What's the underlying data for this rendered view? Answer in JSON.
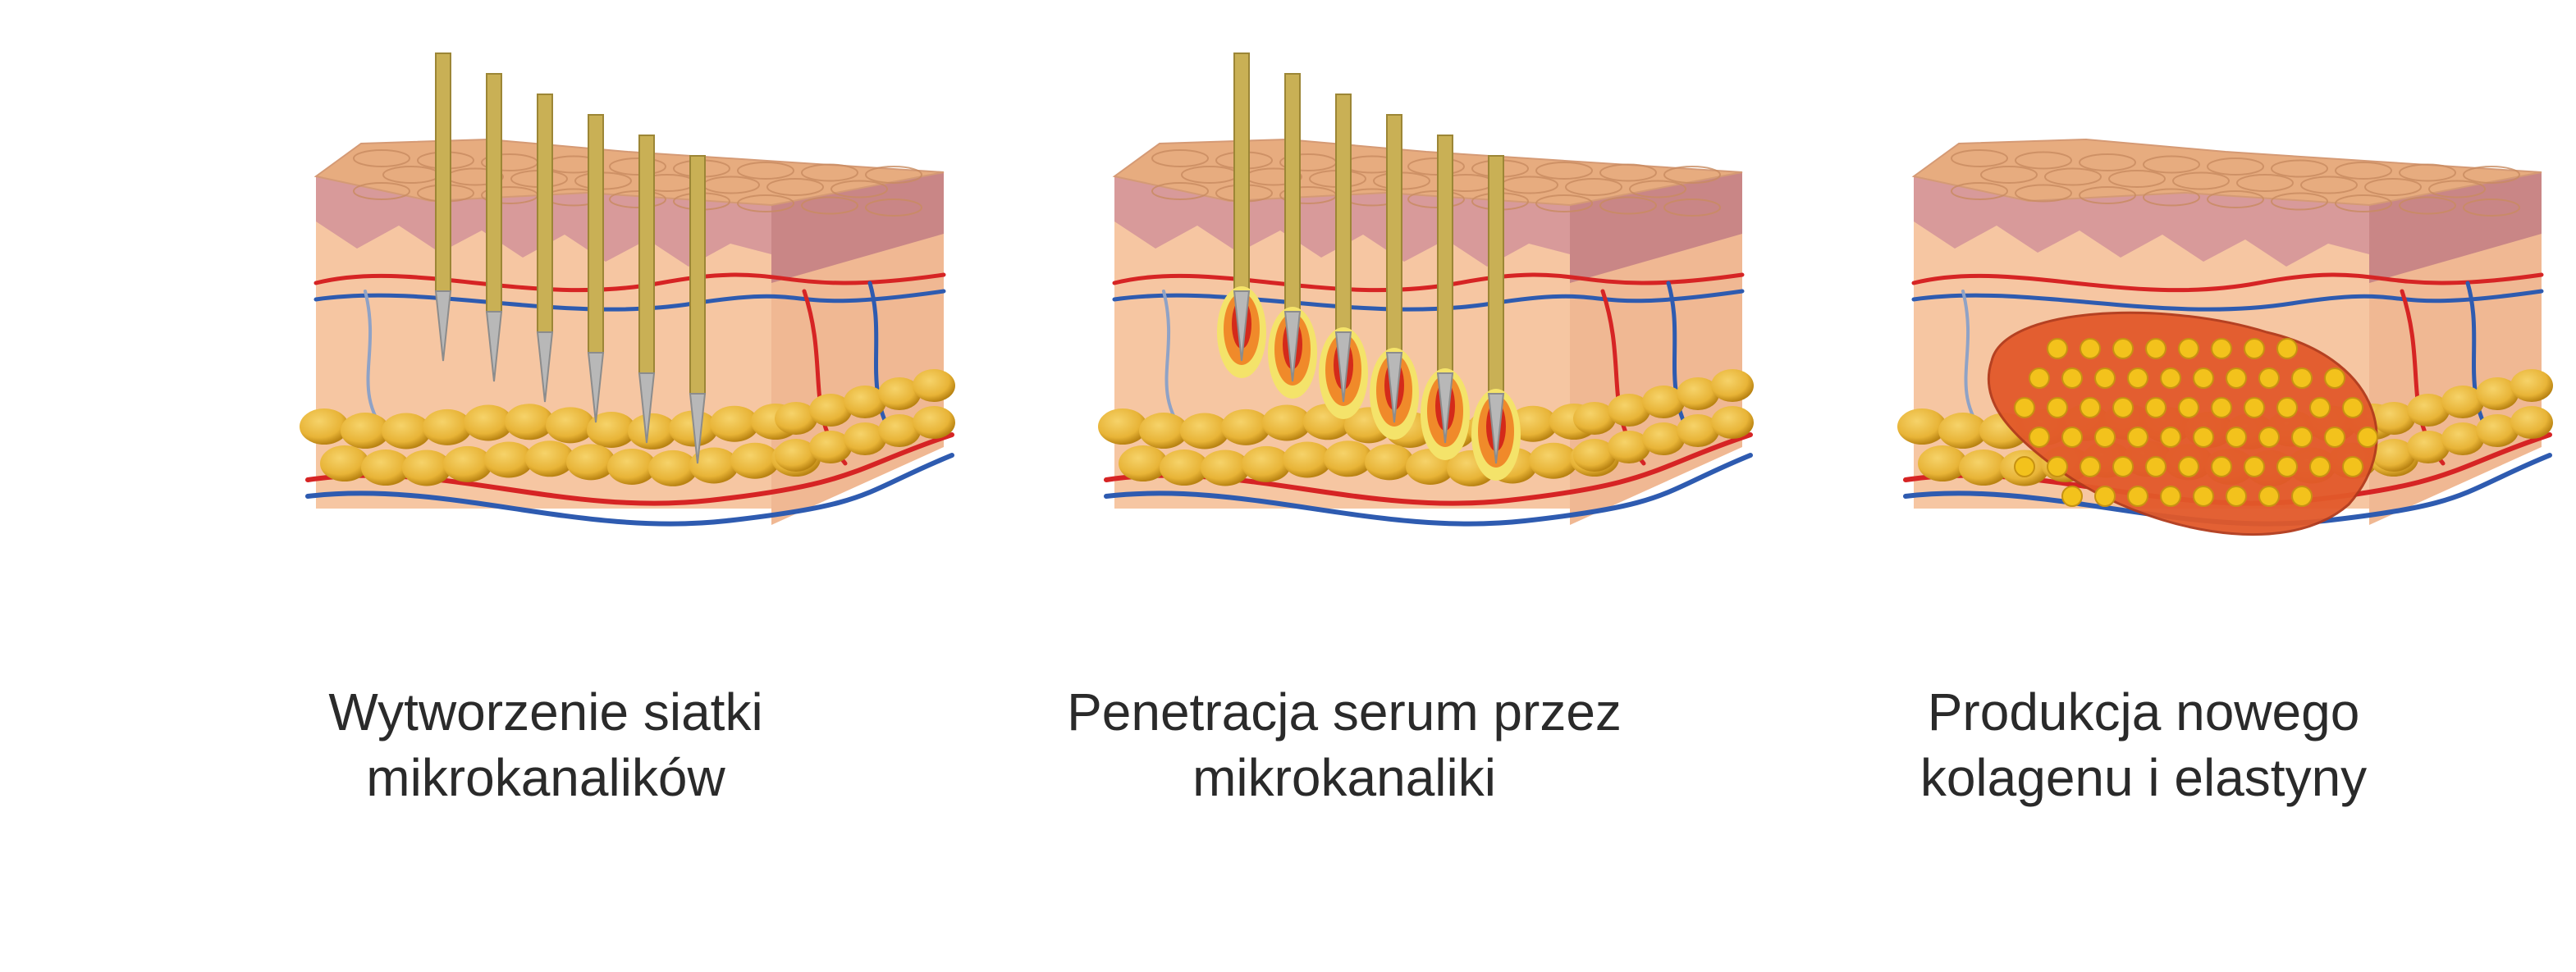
{
  "panels": [
    {
      "id": "step-1",
      "caption_line1": "Wytworzenie siatki",
      "caption_line2": "mikrokanalików",
      "needles": true,
      "serum_drops": false,
      "collagen_zone": false
    },
    {
      "id": "step-2",
      "caption_line1": "Penetracja serum przez",
      "caption_line2": "mikrokanaliki",
      "needles": true,
      "serum_drops": true,
      "collagen_zone": false
    },
    {
      "id": "step-3",
      "caption_line1": "Produkcja nowego",
      "caption_line2": "kolagenu i elastyny",
      "needles": false,
      "serum_drops": false,
      "collagen_zone": true
    }
  ],
  "colors": {
    "epidermis_top": "#e7ac7f",
    "epidermis_cell_line": "#c98b60",
    "dermis": "#f6c6a2",
    "dermis_side": "#f0b893",
    "papillary_layer": "#d89a9a",
    "fat": "#e8b437",
    "fat_dark": "#b98312",
    "artery": "#d62424",
    "vein": "#2e5bb0",
    "needle": "#c9b055",
    "needle_tip": "#b8b8b8",
    "serum_outer": "#f4e36a",
    "serum_mid": "#f08a2a",
    "serum_core": "#d42a1a",
    "collagen_zone": "#e2592a",
    "collagen_dot": "#f3c21c"
  }
}
